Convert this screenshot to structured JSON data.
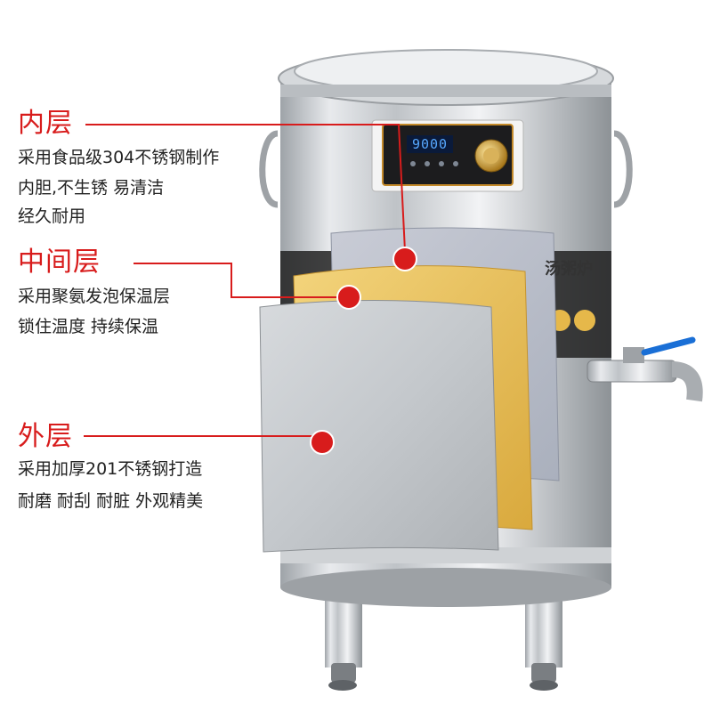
{
  "layers": {
    "inner": {
      "title": "内层",
      "lines": [
        "采用食品级304不锈钢制作",
        "内胆,不生锈  易清洁",
        "经久耐用"
      ]
    },
    "middle": {
      "title": "中间层",
      "lines": [
        "采用聚氨发泡保温层",
        "锁住温度  持续保温"
      ]
    },
    "outer": {
      "title": "外层",
      "lines": [
        "采用加厚201不锈钢打造",
        "耐磨  耐刮  耐脏  外观精美"
      ]
    }
  },
  "product": {
    "display_value": "9000",
    "label_fragment": "汤粥炉"
  },
  "colors": {
    "accent": "#d81c1c",
    "steel": "#c9cdd2",
    "foam": "#e9c463"
  }
}
